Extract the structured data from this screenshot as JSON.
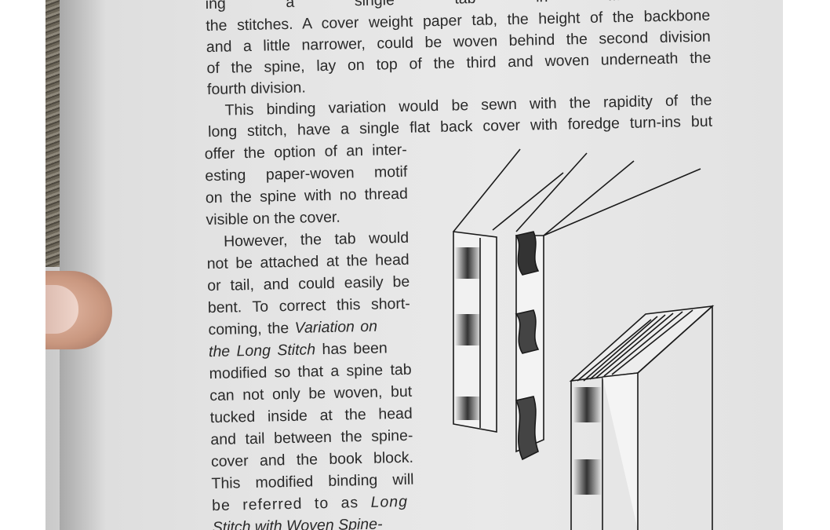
{
  "top_paragraph": {
    "lines": [
      "ing a single tab in ... hide",
      "the stitches. A cover weight paper tab, the height of the backbone",
      "and a little narrower, could be woven behind the second division",
      "of the spine, lay on top of the third and woven underneath the",
      "fourth division."
    ]
  },
  "second_paragraph": {
    "lines": [
      "This binding variation would be sewn with the rapidity of the",
      "long stitch, have a single flat back cover with foredge turn-ins but",
      "offer the option of an inter-",
      "esting paper-woven motif",
      "on the spine with no thread",
      "visible on the cover."
    ]
  },
  "third_paragraph": {
    "lines": [
      "However, the tab would",
      "not be attached at the head",
      "or tail, and could easily be",
      "bent. To correct this short-",
      "coming, the ",
      "Variation on",
      "the Long Stitch",
      " has been",
      "modified so that a spine tab",
      "can not only be woven, but",
      "tucked inside at the head",
      "and tail between the spine-",
      "cover and the book block.",
      "This modified binding will",
      "be referred to as ",
      "Long",
      "Stitch with Woven Spine-"
    ]
  }
}
